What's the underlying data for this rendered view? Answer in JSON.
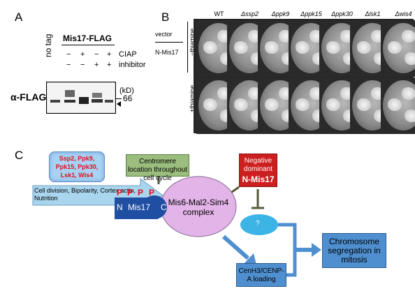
{
  "panelA": {
    "label": "A",
    "notag": "no tag",
    "construct": "Mis17-FLAG",
    "ciap_row": [
      "−",
      "+",
      "−",
      "+"
    ],
    "inhibitor_row": [
      "−",
      "−",
      "+",
      "+"
    ],
    "ciap_label": "CIAP",
    "inhibitor_label": "inhibitor",
    "blot_label": "α-FLAG",
    "kd_label": "(kD)",
    "marker": "66"
  },
  "panelB": {
    "label": "B",
    "strains": [
      "WT",
      "Δssp2",
      "Δppk9",
      "Δppk15",
      "Δppk30",
      "Δlsk1",
      "Δwis4"
    ],
    "row_labels": [
      "vector",
      "N-Mis17"
    ],
    "minus_thiamine": "−thiamine",
    "plus_thiamine": "+thiamine"
  },
  "panelC": {
    "label": "C",
    "kinases": "Ssp2, Ppk9, Ppk15, Ppk30, Lsk1, Wis4",
    "signals": "Cell division, Bipolarity, Cortex actin, Nutrition",
    "centromere": "Centromere location throughout cell cycle",
    "neg_dom_1": "Negative dominant",
    "neg_dom_2": "N-Mis17",
    "complex": "Mis6-Mal2-Sim4 complex",
    "p": "P",
    "n": "N",
    "mis17": "Mis17",
    "c": "C",
    "unknown": "?",
    "cenh3": "CenH3/CENP-A loading",
    "chromosome": "Chromosome segregation in mitosis"
  },
  "colors": {
    "kinase_text": "#e0101a",
    "kinase_bg": "#a8d2f4",
    "signal_arrow": "#a9d6ee",
    "mis17_blue": "#1f4ea3",
    "complex": "#e3b4e8",
    "centromere_bg": "#9bbd7d",
    "neg_dom_bg": "#cc1f1f",
    "box_blue": "#4f8fcf",
    "unknown_cyan": "#3cb4e6",
    "inhibit_olive": "#555a38"
  }
}
